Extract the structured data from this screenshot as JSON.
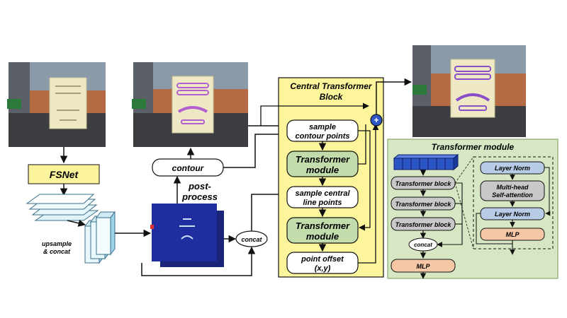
{
  "labels": {
    "fsnet": "FSNet",
    "upsample_1": "upsample",
    "upsample_2": "& concat",
    "contour": "contour",
    "post_process_1": "post-",
    "post_process_2": "process",
    "concat_mid": "concat",
    "ctb_title_1": "Central Transformer",
    "ctb_title_2": "Block",
    "sample_contour_1": "sample",
    "sample_contour_2": "contour points",
    "transformer_module_a_1": "Transformer",
    "transformer_module_a_2": "module",
    "sample_central_1": "sample central",
    "sample_central_2": "line points",
    "transformer_module_b_1": "Transformer",
    "transformer_module_b_2": "module",
    "point_offset_1": "point offset",
    "point_offset_2": "(x,y)",
    "plus_symbol": "+",
    "tm_title": "Transformer module",
    "transformer_block_1": "Transformer block",
    "transformer_block_2": "Transformer block",
    "transformer_block_3": "Transformer block",
    "concat_tm": "concat",
    "mlp_tm": "MLP",
    "layer_norm_1": "Layer Norm",
    "mhsa_1": "Multi-head",
    "mhsa_2": "Self-attention",
    "layer_norm_2": "Layer Norm",
    "mlp_inner": "MLP"
  },
  "colors": {
    "fsnet_fill": "#fbf49a",
    "ctb_fill": "#fdf59c",
    "tm_fill": "#d7e7c3",
    "green_box": "#c3dcab",
    "gray_box": "#c8c8c8",
    "blue_box": "#b8cbe6",
    "orange_box": "#f6c7a6",
    "brick": "#b8683f",
    "feature_blue": "#1f2d9e"
  },
  "icons": {
    "plus_node": "circle-plus-icon",
    "token_sequence": "blue-token-cubes-icon"
  }
}
